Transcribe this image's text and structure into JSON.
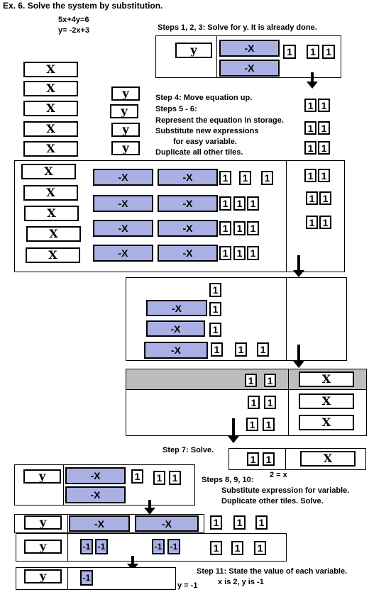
{
  "title": "Ex. 6. Solve the system by substitution.",
  "equations": [
    "5x+4y=6",
    "y= -2x+3"
  ],
  "steps": {
    "s123": "Steps 1, 2, 3:   Solve for y.   It is already done.",
    "s4": "Step 4: Move equation up.",
    "s56_head": "Steps 5 - 6:",
    "s56_a": "Represent the equation in storage.",
    "s56_b": "Substitute new expressions",
    "s56_c": "for easy variable.",
    "s56_d": "Duplicate all other tiles.",
    "s7": "Step 7:  Solve.",
    "s7_result": "2 = x",
    "s8910_head": "Steps 8, 9, 10:",
    "s8910_a": "Substitute expression for variable.",
    "s8910_b": "Duplicate other tiles.  Solve.",
    "s11_head": "Step 11: State the value of each variable.",
    "s11_a": "x is 2, y is -1",
    "y_result": "y = -1"
  },
  "tiles": {
    "x": "X",
    "negx": "-X",
    "y": "y",
    "one": "1",
    "negone": "-1"
  }
}
